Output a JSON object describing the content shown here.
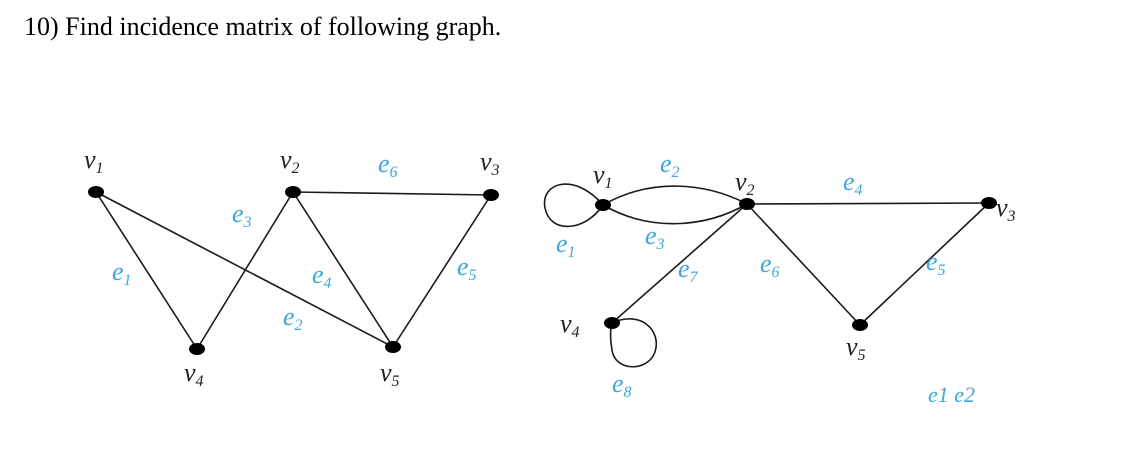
{
  "question": "10) Find incidence matrix of following graph.",
  "graph_left": {
    "vertices": [
      "v1",
      "v2",
      "v3",
      "v4",
      "v5"
    ],
    "edges": [
      {
        "label": "e1",
        "ends": [
          "v1",
          "v4"
        ]
      },
      {
        "label": "e2",
        "ends": [
          "v1",
          "v5"
        ]
      },
      {
        "label": "e3",
        "ends": [
          "v2",
          "v4"
        ]
      },
      {
        "label": "e4",
        "ends": [
          "v2",
          "v5"
        ]
      },
      {
        "label": "e5",
        "ends": [
          "v3",
          "v5"
        ]
      },
      {
        "label": "e6",
        "ends": [
          "v2",
          "v3"
        ]
      }
    ]
  },
  "graph_right": {
    "vertices": [
      "v1",
      "v2",
      "v3",
      "v4",
      "v5"
    ],
    "edges": [
      {
        "label": "e1",
        "ends": [
          "v1",
          "v1"
        ]
      },
      {
        "label": "e2",
        "ends": [
          "v1",
          "v2"
        ]
      },
      {
        "label": "e3",
        "ends": [
          "v1",
          "v2"
        ]
      },
      {
        "label": "e4",
        "ends": [
          "v2",
          "v3"
        ]
      },
      {
        "label": "e5",
        "ends": [
          "v3",
          "v5"
        ]
      },
      {
        "label": "e6",
        "ends": [
          "v2",
          "v5"
        ]
      },
      {
        "label": "e7",
        "ends": [
          "v2",
          "v4"
        ]
      },
      {
        "label": "e8",
        "ends": [
          "v4",
          "v4"
        ]
      }
    ],
    "cut_off_text": "e1  e2"
  }
}
